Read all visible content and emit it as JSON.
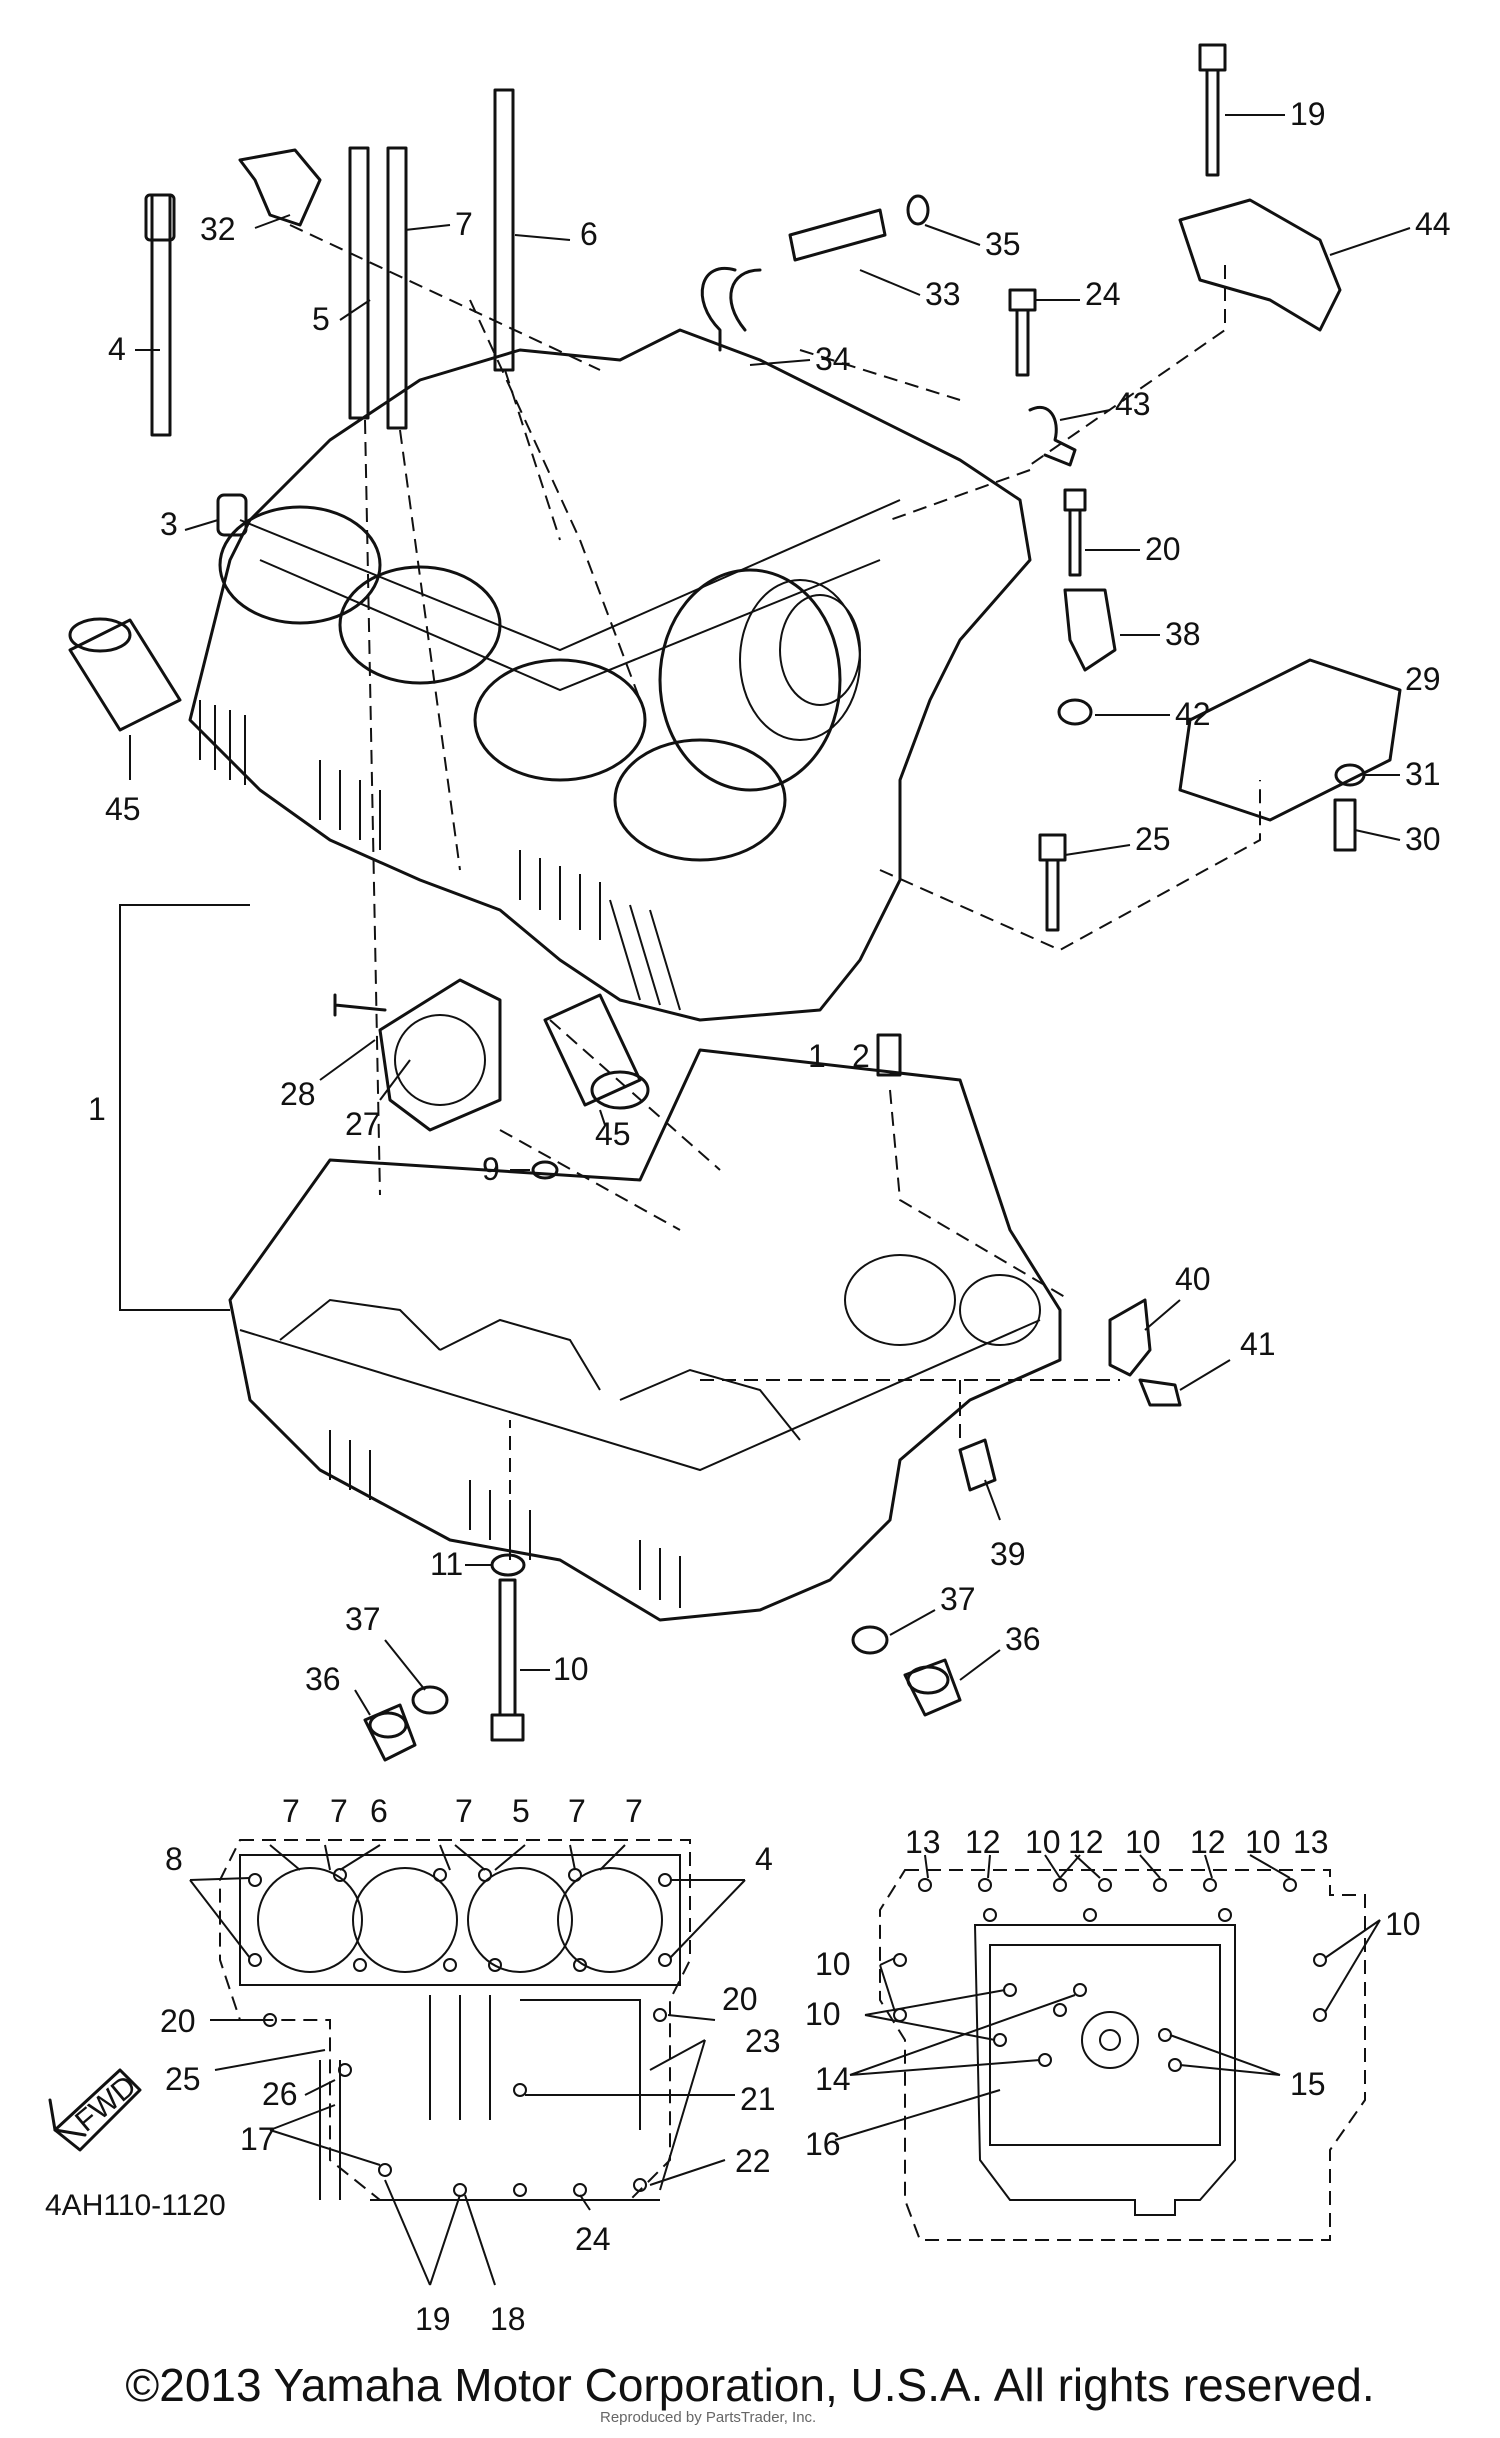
{
  "diagram": {
    "part_code": "4AH110-1120",
    "fwd_label": "FWD",
    "copyright": "©2013 Yamaha Motor Corporation, U.S.A. All rights reserved.",
    "watermark": "Reproduced by PartsTrader, Inc.",
    "exploded_labels": [
      {
        "id": "l19",
        "text": "19"
      },
      {
        "id": "l44",
        "text": "44"
      },
      {
        "id": "l32",
        "text": "32"
      },
      {
        "id": "l7",
        "text": "7"
      },
      {
        "id": "l6",
        "text": "6"
      },
      {
        "id": "l35",
        "text": "35"
      },
      {
        "id": "l5",
        "text": "5"
      },
      {
        "id": "l33",
        "text": "33"
      },
      {
        "id": "l24",
        "text": "24"
      },
      {
        "id": "l4",
        "text": "4"
      },
      {
        "id": "l34",
        "text": "34"
      },
      {
        "id": "l43",
        "text": "43"
      },
      {
        "id": "l3",
        "text": "3"
      },
      {
        "id": "l20",
        "text": "20"
      },
      {
        "id": "l38",
        "text": "38"
      },
      {
        "id": "l29",
        "text": "29"
      },
      {
        "id": "l42",
        "text": "42"
      },
      {
        "id": "l31",
        "text": "31"
      },
      {
        "id": "l45a",
        "text": "45"
      },
      {
        "id": "l30",
        "text": "30"
      },
      {
        "id": "l25",
        "text": "25"
      },
      {
        "id": "l28",
        "text": "28"
      },
      {
        "id": "l1",
        "text": "1"
      },
      {
        "id": "l1b",
        "text": "1"
      },
      {
        "id": "l2",
        "text": "2"
      },
      {
        "id": "l27",
        "text": "27"
      },
      {
        "id": "l45b",
        "text": "45"
      },
      {
        "id": "l9",
        "text": "9"
      },
      {
        "id": "l40",
        "text": "40"
      },
      {
        "id": "l41",
        "text": "41"
      },
      {
        "id": "l11",
        "text": "11"
      },
      {
        "id": "l39",
        "text": "39"
      },
      {
        "id": "l37a",
        "text": "37"
      },
      {
        "id": "l37b",
        "text": "37"
      },
      {
        "id": "l10",
        "text": "10"
      },
      {
        "id": "l36a",
        "text": "36"
      },
      {
        "id": "l36b",
        "text": "36"
      }
    ],
    "upper_view_labels": [
      {
        "id": "u7a",
        "text": "7"
      },
      {
        "id": "u7b",
        "text": "7"
      },
      {
        "id": "u6",
        "text": "6"
      },
      {
        "id": "u7c",
        "text": "7"
      },
      {
        "id": "u5",
        "text": "5"
      },
      {
        "id": "u7d",
        "text": "7"
      },
      {
        "id": "u7e",
        "text": "7"
      },
      {
        "id": "u8",
        "text": "8"
      },
      {
        "id": "u4",
        "text": "4"
      },
      {
        "id": "u20a",
        "text": "20"
      },
      {
        "id": "u20b",
        "text": "20"
      },
      {
        "id": "u23",
        "text": "23"
      },
      {
        "id": "u25",
        "text": "25"
      },
      {
        "id": "u26",
        "text": "26"
      },
      {
        "id": "u21",
        "text": "21"
      },
      {
        "id": "u17",
        "text": "17"
      },
      {
        "id": "u22",
        "text": "22"
      },
      {
        "id": "u24",
        "text": "24"
      },
      {
        "id": "u19",
        "text": "19"
      },
      {
        "id": "u18",
        "text": "18"
      }
    ],
    "lower_view_labels": [
      {
        "id": "w13a",
        "text": "13"
      },
      {
        "id": "w12a",
        "text": "12"
      },
      {
        "id": "w10a",
        "text": "10"
      },
      {
        "id": "w12b",
        "text": "12"
      },
      {
        "id": "w10b",
        "text": "10"
      },
      {
        "id": "w12c",
        "text": "12"
      },
      {
        "id": "w10c",
        "text": "10"
      },
      {
        "id": "w13b",
        "text": "13"
      },
      {
        "id": "w10d",
        "text": "10"
      },
      {
        "id": "w10e",
        "text": "10"
      },
      {
        "id": "w10f",
        "text": "10"
      },
      {
        "id": "w14",
        "text": "14"
      },
      {
        "id": "w15",
        "text": "15"
      },
      {
        "id": "w16",
        "text": "16"
      }
    ]
  }
}
